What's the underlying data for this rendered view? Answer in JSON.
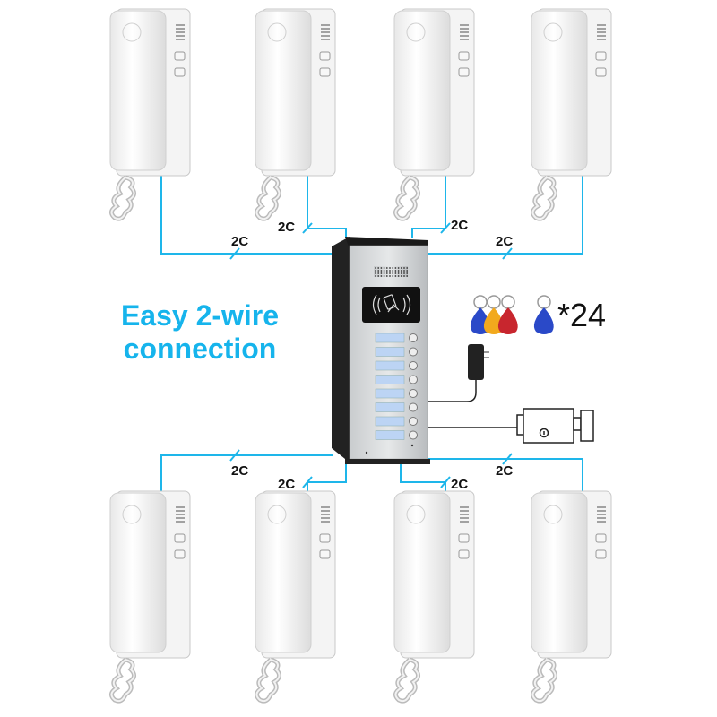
{
  "headline": {
    "line1": "Easy 2-wire",
    "line2": "connection"
  },
  "wire_labels": [
    "2C",
    "2C",
    "2C",
    "2C",
    "2C",
    "2C",
    "2C",
    "2C"
  ],
  "keyfob_quantity": "*24",
  "colors": {
    "wire": "#1eb6ea",
    "headline": "#16b4ec",
    "fob_blue": "#2a49c8",
    "fob_yellow": "#f2a91d",
    "fob_red": "#c8262e"
  },
  "components": {
    "indoor_handsets": 8,
    "call_buttons": 8
  }
}
